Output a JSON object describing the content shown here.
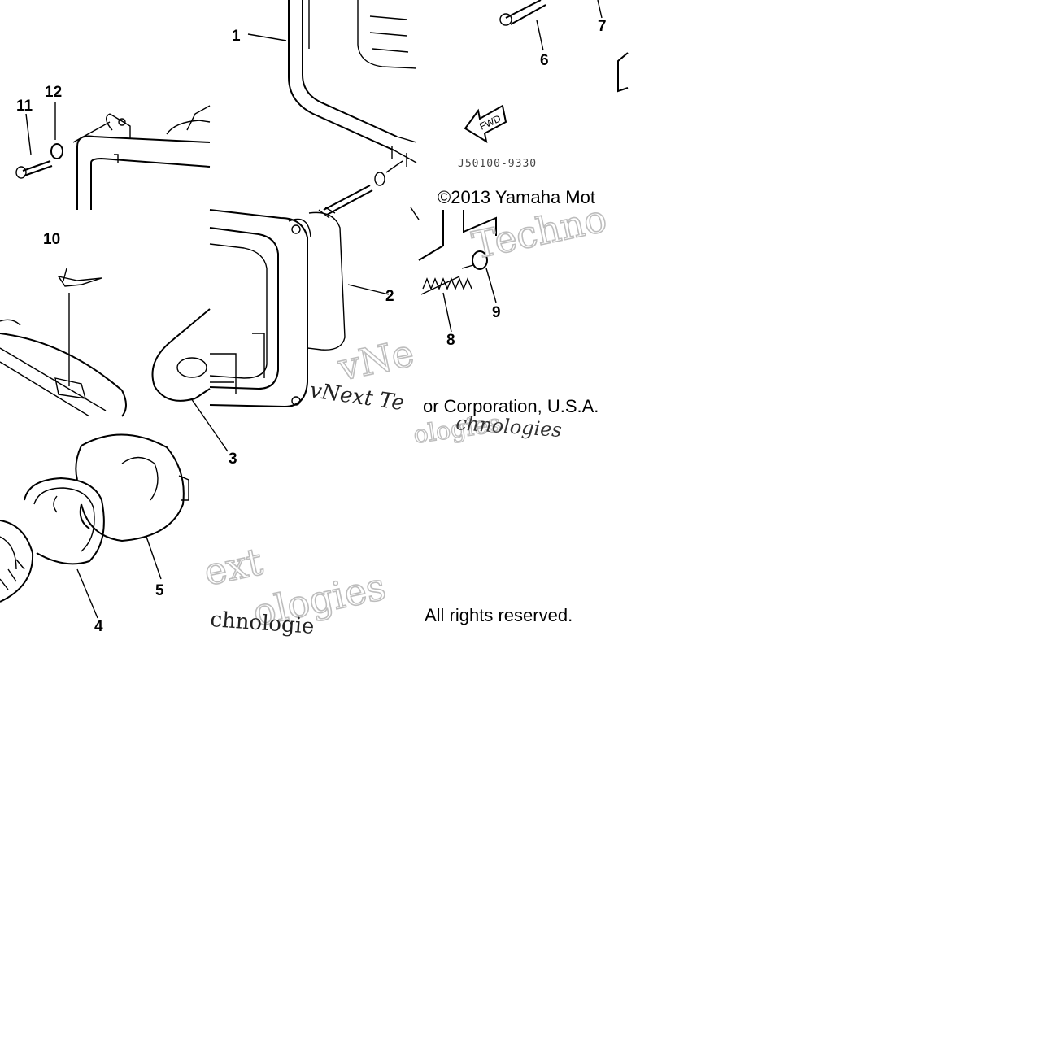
{
  "diagram": {
    "callouts": [
      "1",
      "2",
      "3",
      "4",
      "5",
      "6",
      "7",
      "8",
      "9",
      "10",
      "11",
      "12"
    ],
    "part_code": "J50100-9330",
    "direction_label": "FWD",
    "copyright_line1": "©2013 Yamaha Mot",
    "copyright_line2": "or Corporation, U.S.A.",
    "rights": "All rights reserved.",
    "watermarks": [
      "Techno",
      "vNe",
      "vNext Te",
      "ologies",
      "ext",
      "ologies",
      "chnologie"
    ]
  }
}
